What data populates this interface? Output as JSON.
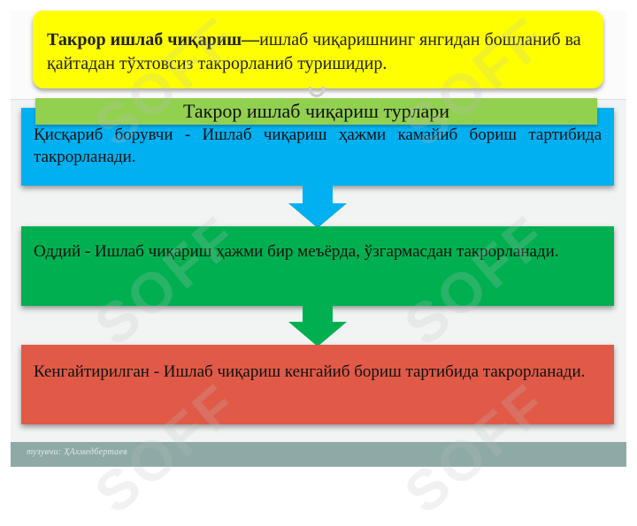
{
  "definition": {
    "term": "Такрор ишлаб чиқариш",
    "dash": "—",
    "text": "ишлаб чиқаришнинг янгидан бошланиб ва қайтадан тўхтовсиз такрорланиб туришидир."
  },
  "types_title": "Такрор ишлаб чиқариш турлари",
  "types": [
    {
      "text": "Қисқариб борувчи - Ишлаб чиқариш ҳажми камайиб бориш тартибида такрорланади.",
      "color": "#00b0f0"
    },
    {
      "text": "Оддий - Ишлаб чиқариш ҳажми бир меъёрда, ўзгармасдан такрорланади.",
      "color": "#00b050"
    },
    {
      "text": "Кенгайтирилган - Ишлаб чиқариш кенгайиб бориш тартибида такрорланади.",
      "color": "#e05a47"
    }
  ],
  "arrow_colors": [
    "#00b0f0",
    "#00b050"
  ],
  "footer": {
    "text": "тузувчи: ҲАхмедбертаев"
  },
  "watermark": {
    "text": "SOFF"
  }
}
